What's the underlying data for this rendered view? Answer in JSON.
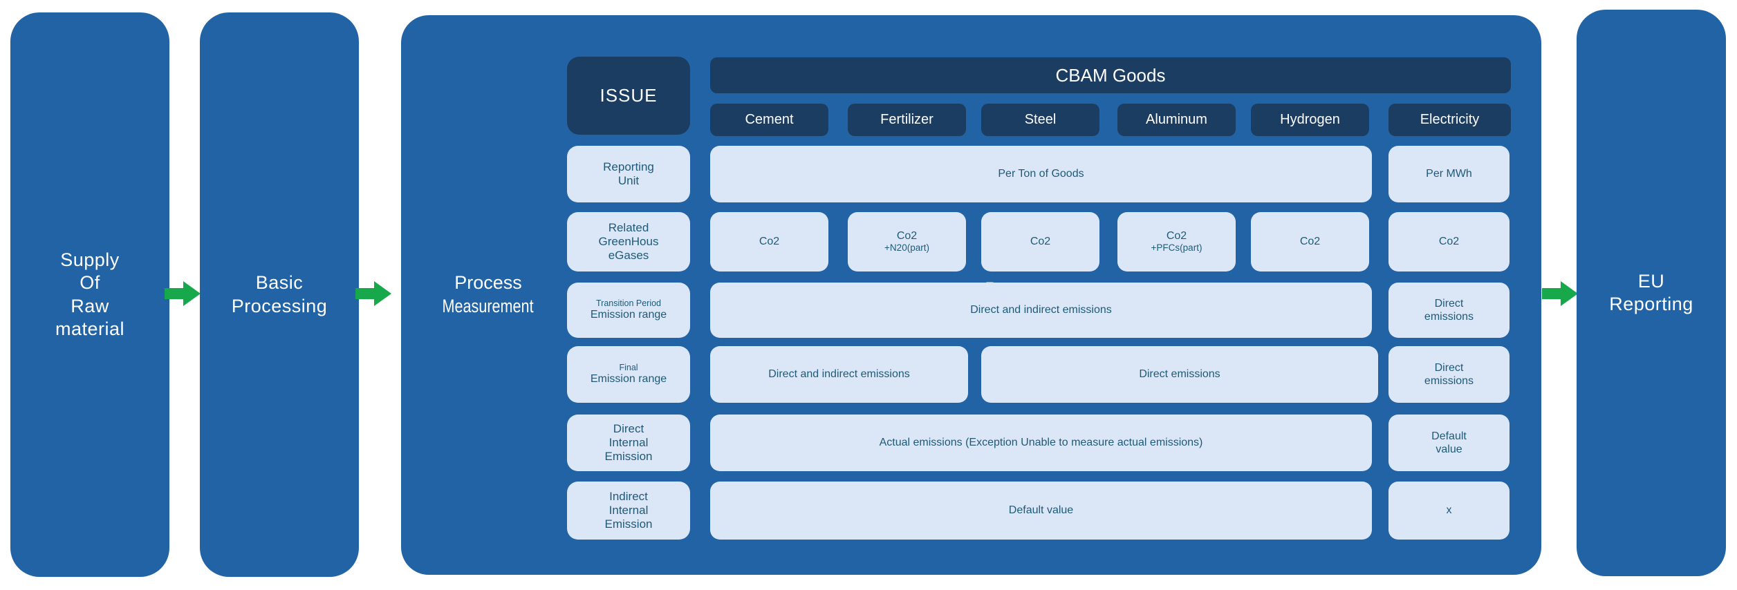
{
  "colors": {
    "primary_blue": "#2163A4",
    "dark_navy": "#1B3D61",
    "light_cell": "#DBE7F6",
    "cell_text": "#1E5A78",
    "arrow_green": "#17A84B",
    "white_text": "#FFFFFF"
  },
  "flow": {
    "stage1_label": "Supply\nOf\nRaw\nmaterial",
    "stage2_label": "Basic\nProcessing",
    "stage3_line1": "Process",
    "stage3_line2": "Measurement",
    "watermark_line1": "Process",
    "watermark_line2": "Measurement",
    "stage4_label": "EU\nReporting"
  },
  "table": {
    "corner_label": "ISSUE",
    "goods_header": "CBAM Goods",
    "columns": [
      "Cement",
      "Fertilizer",
      "Steel",
      "Aluminum",
      "Hydrogen",
      "Electricity"
    ],
    "row_labels": [
      {
        "top": "",
        "main": "Reporting\nUnit"
      },
      {
        "top": "",
        "main": "Related\nGreenHous\neGases"
      },
      {
        "top": "Transition Period",
        "main": "Emission range"
      },
      {
        "top": "Final",
        "main": "Emission range"
      },
      {
        "top": "",
        "main": "Direct\nInternal\nEmission"
      },
      {
        "top": "",
        "main": "Indirect\nInternal\nEmission"
      }
    ],
    "cells": {
      "r1_main": "Per Ton of Goods",
      "r1_elec": "Per MWh",
      "r2": [
        {
          "main": "Co2",
          "sub": ""
        },
        {
          "main": "Co2",
          "sub": "+N20(part)"
        },
        {
          "main": "Co2",
          "sub": ""
        },
        {
          "main": "Co2",
          "sub": "+PFCs(part)"
        },
        {
          "main": "Co2",
          "sub": ""
        },
        {
          "main": "Co2",
          "sub": ""
        }
      ],
      "r3_main": "Direct and indirect emissions",
      "r3_elec": "Direct\nemissions",
      "r4_left": "Direct and indirect emissions",
      "r4_mid": "Direct emissions",
      "r4_elec": "Direct\nemissions",
      "r5_main": "Actual emissions (Exception Unable to measure actual emissions)",
      "r5_elec": "Default\nvalue",
      "r6_main": "Default value",
      "r6_elec": "x"
    }
  }
}
